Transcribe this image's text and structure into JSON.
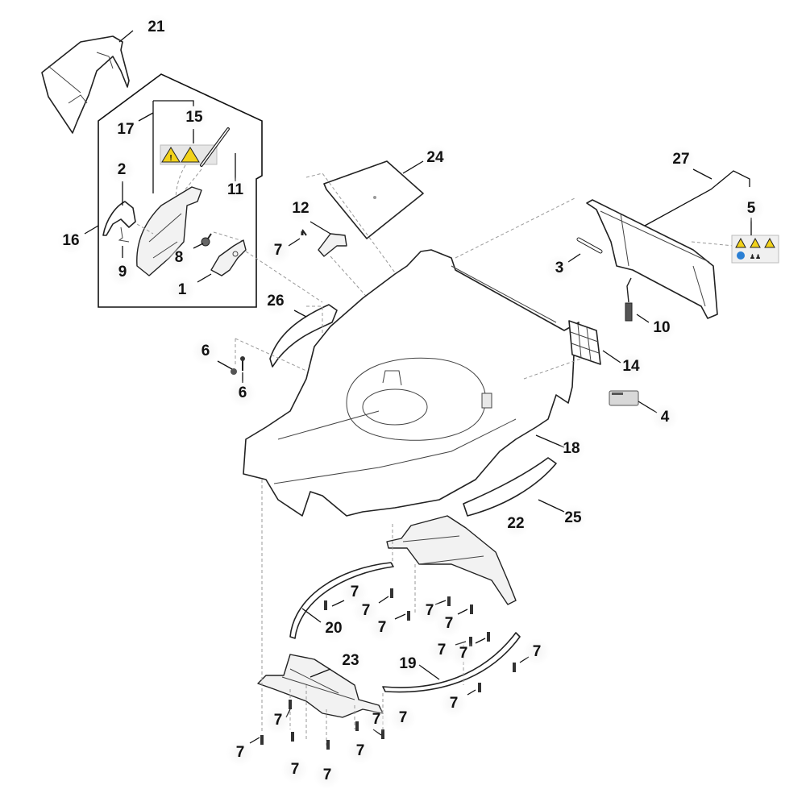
{
  "diagram": {
    "title": "Mower deck housing – exploded parts view",
    "callouts": [
      {
        "id": "c21",
        "text": "21"
      },
      {
        "id": "c17",
        "text": "17"
      },
      {
        "id": "c15",
        "text": "15"
      },
      {
        "id": "c2",
        "text": "2"
      },
      {
        "id": "c11",
        "text": "11"
      },
      {
        "id": "c16",
        "text": "16"
      },
      {
        "id": "c8",
        "text": "8"
      },
      {
        "id": "c9",
        "text": "9"
      },
      {
        "id": "c1",
        "text": "1"
      },
      {
        "id": "c24",
        "text": "24"
      },
      {
        "id": "c12",
        "text": "12"
      },
      {
        "id": "c7a",
        "text": "7"
      },
      {
        "id": "c26",
        "text": "26"
      },
      {
        "id": "c6a",
        "text": "6"
      },
      {
        "id": "c6b",
        "text": "6"
      },
      {
        "id": "c27",
        "text": "27"
      },
      {
        "id": "c5",
        "text": "5"
      },
      {
        "id": "c3",
        "text": "3"
      },
      {
        "id": "c10",
        "text": "10"
      },
      {
        "id": "c14",
        "text": "14"
      },
      {
        "id": "c4",
        "text": "4"
      },
      {
        "id": "c18",
        "text": "18"
      },
      {
        "id": "c25",
        "text": "25"
      },
      {
        "id": "c22",
        "text": "22"
      },
      {
        "id": "c20",
        "text": "20"
      },
      {
        "id": "c19",
        "text": "19"
      },
      {
        "id": "c23",
        "text": "23"
      },
      {
        "id": "c7b",
        "text": "7"
      },
      {
        "id": "c7c",
        "text": "7"
      },
      {
        "id": "c7d",
        "text": "7"
      },
      {
        "id": "c7e",
        "text": "7"
      },
      {
        "id": "c7f",
        "text": "7"
      },
      {
        "id": "c7g",
        "text": "7"
      },
      {
        "id": "c7h",
        "text": "7"
      },
      {
        "id": "c7i",
        "text": "7"
      },
      {
        "id": "c7j",
        "text": "7"
      },
      {
        "id": "c7k",
        "text": "7"
      },
      {
        "id": "c7l",
        "text": "7"
      },
      {
        "id": "c7m",
        "text": "7"
      },
      {
        "id": "c7n",
        "text": "7"
      },
      {
        "id": "c7o",
        "text": "7"
      },
      {
        "id": "c7p",
        "text": "7"
      },
      {
        "id": "c7q",
        "text": "7"
      }
    ],
    "colors": {
      "warning_yellow": "#f2d21a",
      "info_blue": "#2a7fd4",
      "line": "#222222"
    }
  }
}
